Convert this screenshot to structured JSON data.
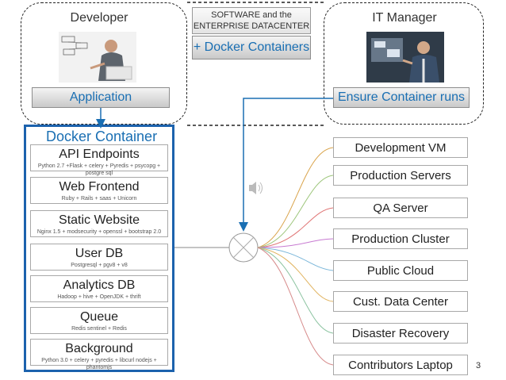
{
  "developer": {
    "title": "Developer",
    "button": "Application"
  },
  "it_manager": {
    "title": "IT Manager",
    "button": "Ensure Container runs"
  },
  "center": {
    "header_line1": "SOFTWARE and the",
    "header_line2": "ENTERPRISE DATACENTER",
    "docker_label": "+ Docker Containers"
  },
  "docker": {
    "title": "Docker Container",
    "services": [
      {
        "name": "API Endpoints",
        "stack": "Python 2.7 +Flask + celery + Pyredis + psycopg + postgre sql"
      },
      {
        "name": "Web Frontend",
        "stack": "Ruby + Rails + saas + Unicorn"
      },
      {
        "name": "Static Website",
        "stack": "Nginx 1.5 + modsecurity + openssl + bootstrap 2.0"
      },
      {
        "name": "User DB",
        "stack": "Postgresql + pgv8 + v8"
      },
      {
        "name": "Analytics DB",
        "stack": "Hadoop + hive + OpenJDK + thrift"
      },
      {
        "name": "Queue",
        "stack": "Redis sentinel + Redis"
      },
      {
        "name": "Background",
        "stack": "Python 3.0 + celery + pyredis + libcurl nodejs + phantomjs"
      }
    ]
  },
  "targets": [
    "Development VM",
    "Production Servers",
    "QA Server",
    "Production Cluster",
    "Public Cloud",
    "Cust. Data Center",
    "Disaster Recovery",
    "Contributors Laptop"
  ],
  "page_number": "3",
  "colors": {
    "accent_blue": "#1a6fb3",
    "docker_border": "#1c62ad",
    "dashed_border": "#222222"
  }
}
